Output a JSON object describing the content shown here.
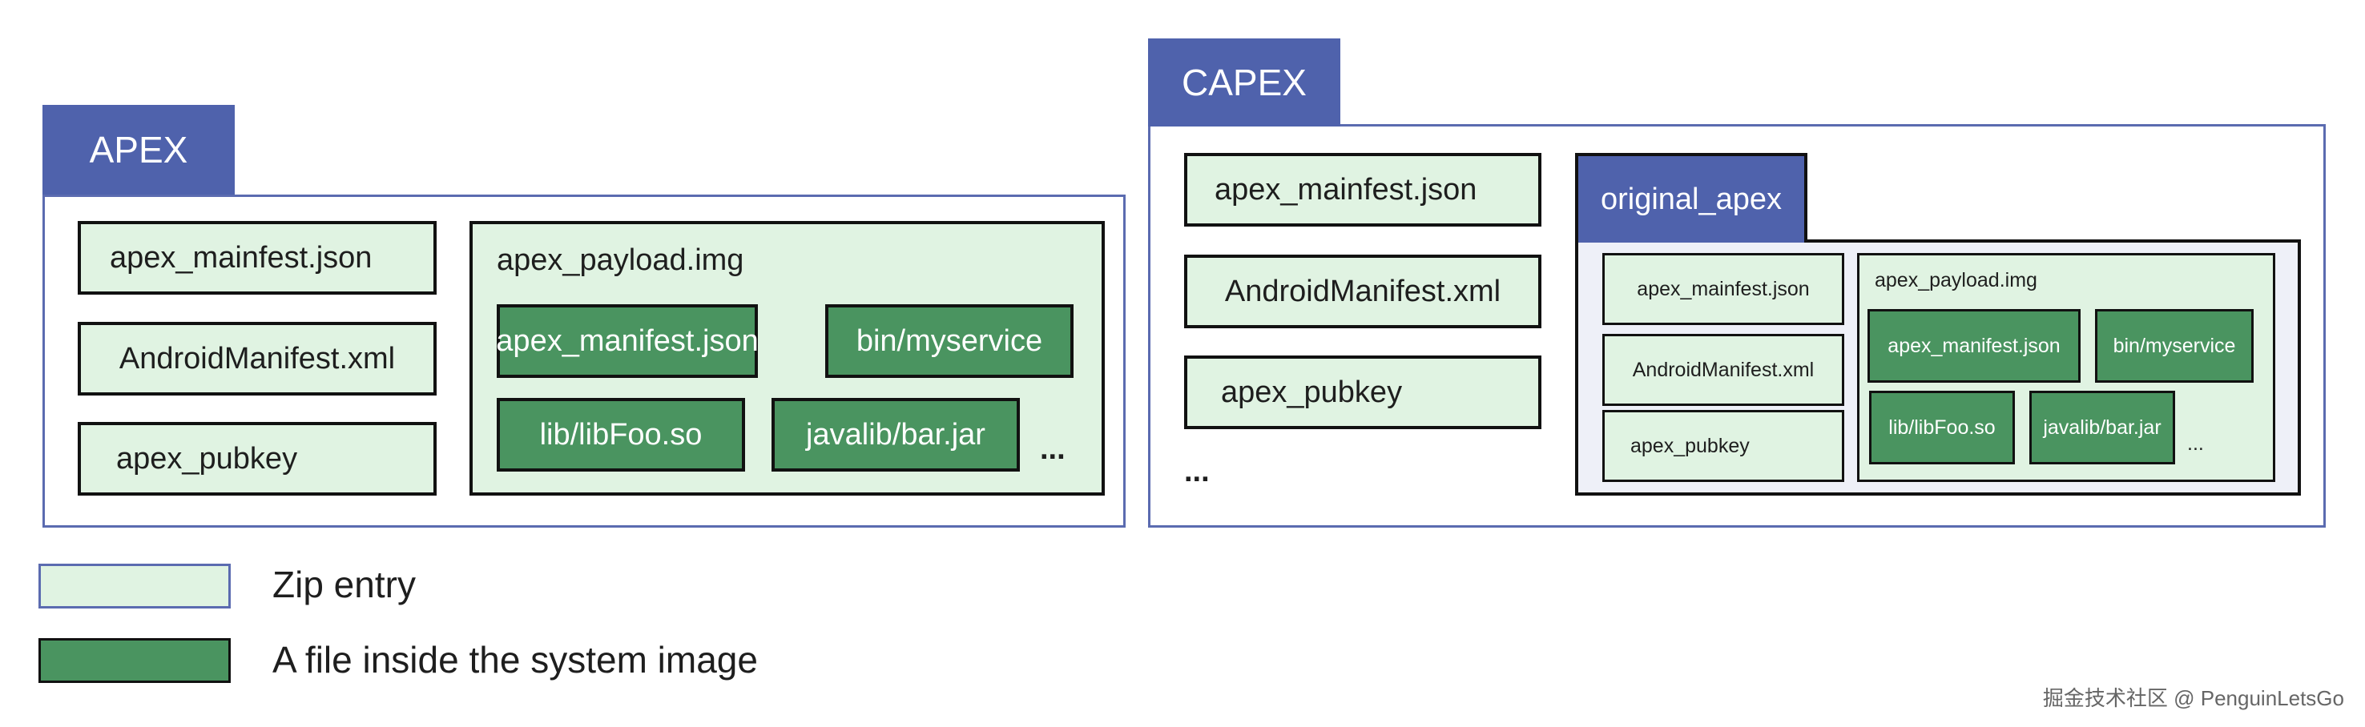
{
  "apex": {
    "title": "APEX",
    "entries": [
      "apex_mainfest.json",
      "AndroidManifest.xml",
      "apex_pubkey"
    ],
    "payload": {
      "title": "apex_payload.img",
      "files": [
        "apex_manifest.json",
        "bin/myservice",
        "lib/libFoo.so",
        "javalib/bar.jar"
      ],
      "ellipsis": "..."
    }
  },
  "capex": {
    "title": "CAPEX",
    "entries": [
      "apex_mainfest.json",
      "AndroidManifest.xml",
      "apex_pubkey"
    ],
    "ellipsis": "...",
    "original_apex": {
      "title": "original_apex",
      "entries": [
        "apex_mainfest.json",
        "AndroidManifest.xml",
        "apex_pubkey"
      ],
      "payload": {
        "title": "apex_payload.img",
        "files": [
          "apex_manifest.json",
          "bin/myservice",
          "lib/libFoo.so",
          "javalib/bar.jar"
        ],
        "ellipsis": "..."
      }
    }
  },
  "legend": {
    "zip_entry": "Zip entry",
    "system_file": "A file inside the system image"
  },
  "watermark": "掘金技术社区 @ PenguinLetsGo",
  "colors": {
    "accent": "#4f62ac",
    "zip_fill": "#e0f3e2",
    "file_fill": "#4a9460",
    "border": "#111111",
    "inner_bg": "#eef0f8"
  }
}
